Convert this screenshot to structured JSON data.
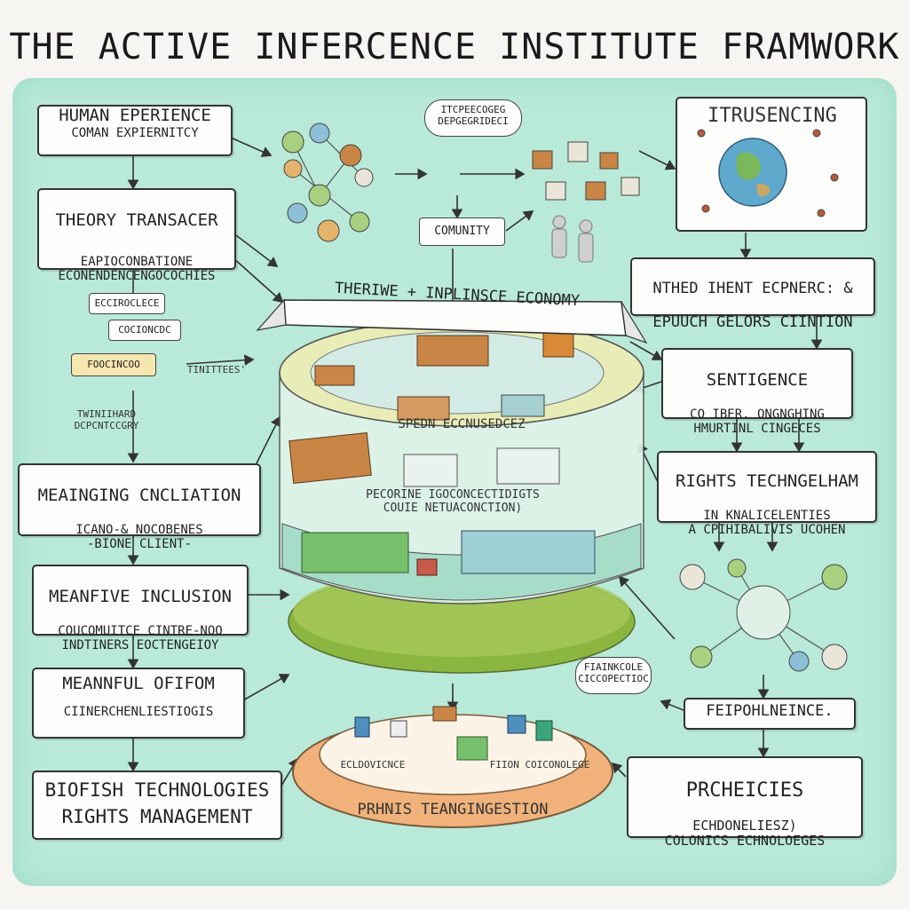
{
  "title": "THE  ACTIVE INFERCENCE INSTITUTE FRAMWORK",
  "left_column": [
    {
      "title": "HUMAN EPERIENCE",
      "sub": "COMAN EXPIERNITCY"
    },
    {
      "title": "THEORY TRANSACER",
      "sub": "EAPIOCONBATIONE\nECONENDENCENGOCOCHIES"
    },
    {
      "title": "MEAINGING CNCLIATION",
      "sub": "ICANO-& NOCOBENES\n-BIONE CLIENT-"
    },
    {
      "title": "MEANFIVE INCLUSION",
      "sub": "COUCOMUITCE CINTRE-NOO\nINDTINERS EOCTENGEIOY"
    },
    {
      "title": "MEANNFUL OFIFOM",
      "sub": "CIINERCHENLIESTIOGIS"
    },
    {
      "title": "BIOFISH TECHNOLOGIES",
      "sub": "RIGHTS MANAGEMENT"
    }
  ],
  "right_column": [
    {
      "title": "ITRUSENCING",
      "sub": ""
    },
    {
      "title": "NTHED IHENT ECPNERC: &",
      "sub": "EPUUCH   GELORS CIINTION"
    },
    {
      "title": "SENTIGENCE",
      "sub": "CO IBER. ONGNGHING\nHMURTINL CINGECES"
    },
    {
      "title": "RIGHTS  TECHNGELHAM",
      "sub": "IN KNALICELENTIES\nA CPIHIBALIVIS UCOHEN"
    },
    {
      "title": "FEIPOHLNEINCE.",
      "sub": ""
    },
    {
      "title": "PRCHEICIES",
      "sub": "ECHDONELIESZ)\nCOLONICS ECHNOLOEGES"
    }
  ],
  "small_labels": {
    "community": "COMUNITY",
    "speech_top": "ITCPEECOGEG\nDEPGEGRIDECI",
    "tiniteres": "TINITTEES'",
    "small_tag": "FOOCINCOO",
    "left_note": "TWINIIHARD\nDCPCNTCCGRY",
    "speech_right": "FIAINKCOLE\nCICCOPECTIOC",
    "tiny_box1": "ECCIROCLECE",
    "tiny_box2": "COCIONCDC"
  },
  "center": {
    "banner": "THERIWE + INPLINSCE ECONOMY",
    "tier1": "SPEDN ECCNUSEDCEZ",
    "tier2": "PECORINE IGOCONCECTIDIGTS\nCOUIE NETUACONCTION)",
    "base_label_left": "ECLDOVICNCE",
    "base_label_right": "FIION COICONOLEGE",
    "base": "PRHNIS TEANGINGESTION"
  },
  "colors": {
    "panel": "#b9e9d8",
    "tray": "#f0b27a",
    "moss": "#8ab640",
    "wood": "#c98545"
  }
}
